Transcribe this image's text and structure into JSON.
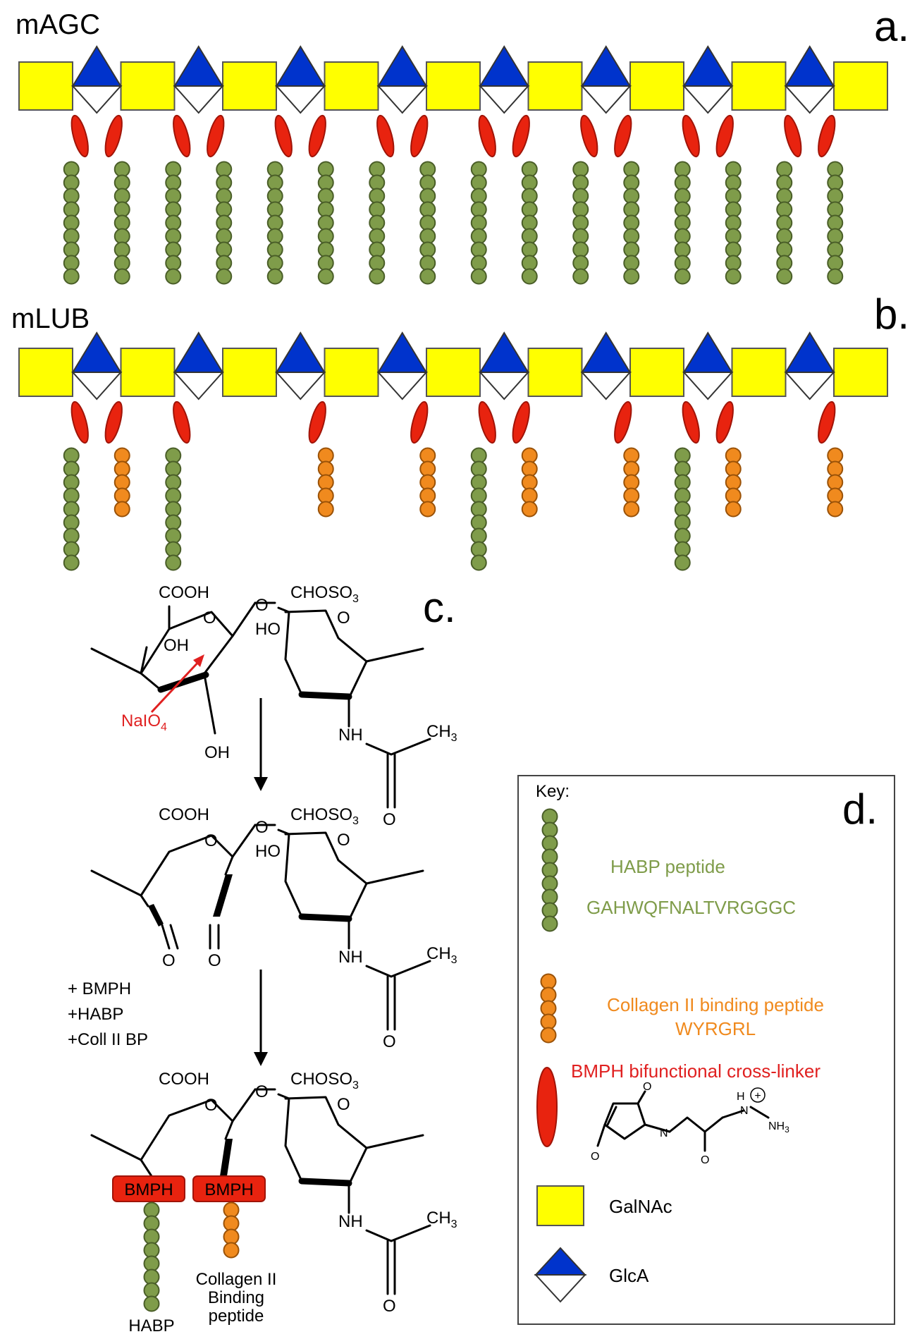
{
  "panels": {
    "a_title": "mAGC",
    "a_label": "a.",
    "b_title": "mLUB",
    "b_label": "b.",
    "c_label": "c.",
    "d_label": "d."
  },
  "chain": {
    "units": 8,
    "a_attachments": [
      [
        "g",
        "g"
      ],
      [
        "g",
        "g"
      ],
      [
        "g",
        "g"
      ],
      [
        "g",
        "g"
      ],
      [
        "g",
        "g"
      ],
      [
        "g",
        "g"
      ],
      [
        "g",
        "g"
      ],
      [
        "g",
        "g"
      ]
    ],
    "b_attachments": [
      [
        "g",
        "o"
      ],
      [
        "g",
        null
      ],
      [
        null,
        "o"
      ],
      [
        null,
        "o"
      ],
      [
        "g",
        "o"
      ],
      [
        null,
        "o"
      ],
      [
        "g",
        "o"
      ],
      [
        null,
        "o"
      ]
    ]
  },
  "colors": {
    "galnac": "#ffff00",
    "glca": "#0033cc",
    "crosslinker": "#e8230f",
    "habp": "#7f9c4a",
    "collagen": "#f08a1e",
    "reagent_red": "#e02020",
    "bmph_box": "#e8230f"
  },
  "chemistry": {
    "cooh": "COOH",
    "o": "O",
    "chosoo3": "CHOSO",
    "sub3": "3",
    "ho": "HO",
    "oh": "OH",
    "nh": "NH",
    "ch": "CH",
    "naio": "NaIO",
    "sub4": "4",
    "reagents": [
      "+ BMPH",
      "+HABP",
      "+Coll II BP"
    ],
    "bmph": "BMPH",
    "habp_label": "HABP",
    "collagen_label": [
      "Collagen II",
      "Binding",
      "peptide"
    ],
    "h": "H",
    "n": "N",
    "nh3": "NH",
    "plus": "+"
  },
  "key": {
    "title": "Key:",
    "habp_name": "HABP peptide",
    "habp_seq": "GAHWQFNALTVRGGGC",
    "coll_name": "Collagen II binding peptide",
    "coll_seq": "WYRGRL",
    "bmph_name": "BMPH bifunctional cross-linker",
    "galnac": "GalNAc",
    "glca": "GlcA"
  }
}
